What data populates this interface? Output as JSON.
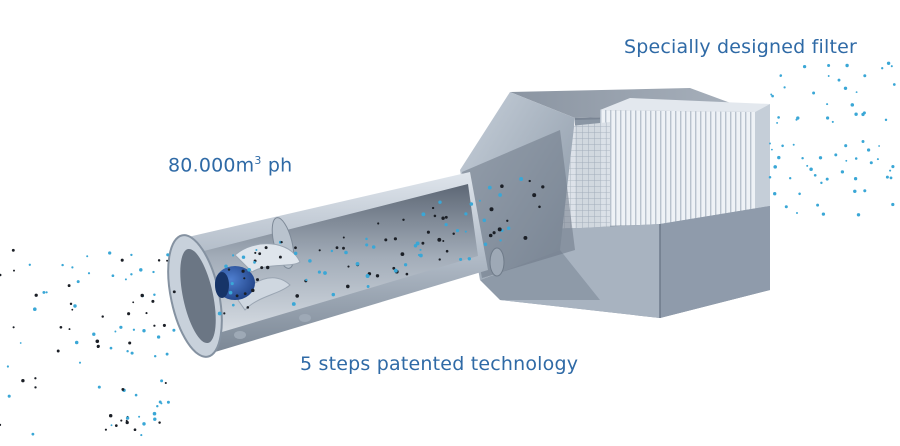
{
  "labels": {
    "filter": "Specially designed filter",
    "flow_value": "80.000m",
    "flow_exponent": "3",
    "flow_unit": " ph",
    "technology": "5 steps patented technology"
  },
  "colors": {
    "label": "#2f6aa6",
    "particle_blue": "#3aa7d6",
    "particle_dark": "#1b1f26",
    "metal_light": "#c9d1db",
    "metal_mid": "#9aa6b4",
    "metal_dark": "#6e7b8a",
    "motor": "#2e56a8"
  },
  "icons": [
    "filter-unit-icon",
    "fan-motor-icon",
    "duct-pipe-icon"
  ]
}
